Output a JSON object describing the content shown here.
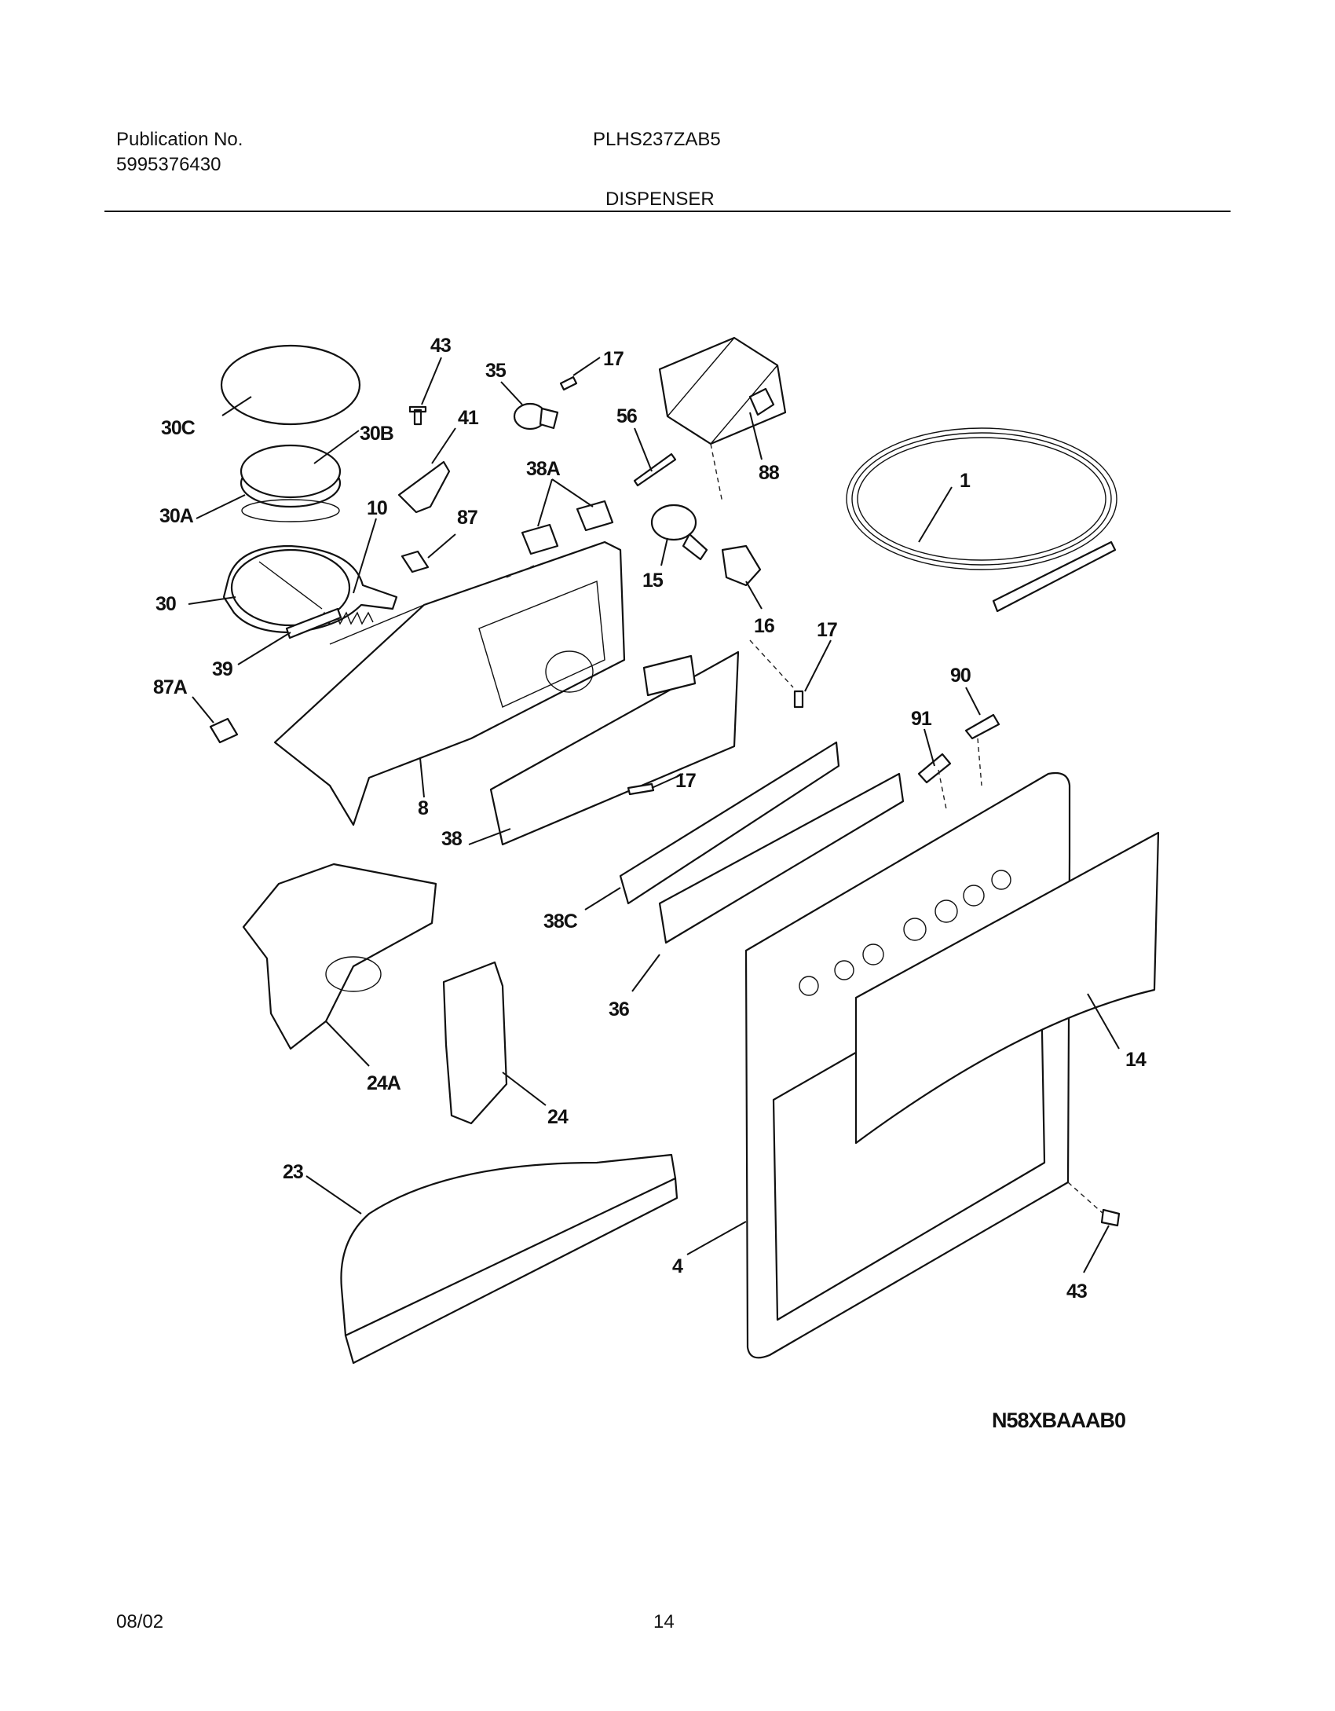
{
  "header": {
    "publication_label": "Publication No.",
    "publication_number": "5995376430",
    "model": "PLHS237ZAB5",
    "section_title": "DISPENSER"
  },
  "footer": {
    "date": "08/02",
    "page_number": "14"
  },
  "diagram": {
    "code": "N58XBAAAB0",
    "part_labels": [
      "43",
      "35",
      "17",
      "30C",
      "30B",
      "41",
      "56",
      "88",
      "1",
      "38A",
      "30A",
      "10",
      "87",
      "15",
      "30",
      "16",
      "17",
      "39",
      "90",
      "87A",
      "91",
      "8",
      "17",
      "38",
      "38C",
      "36",
      "24A",
      "24",
      "14",
      "23",
      "4",
      "43"
    ]
  }
}
